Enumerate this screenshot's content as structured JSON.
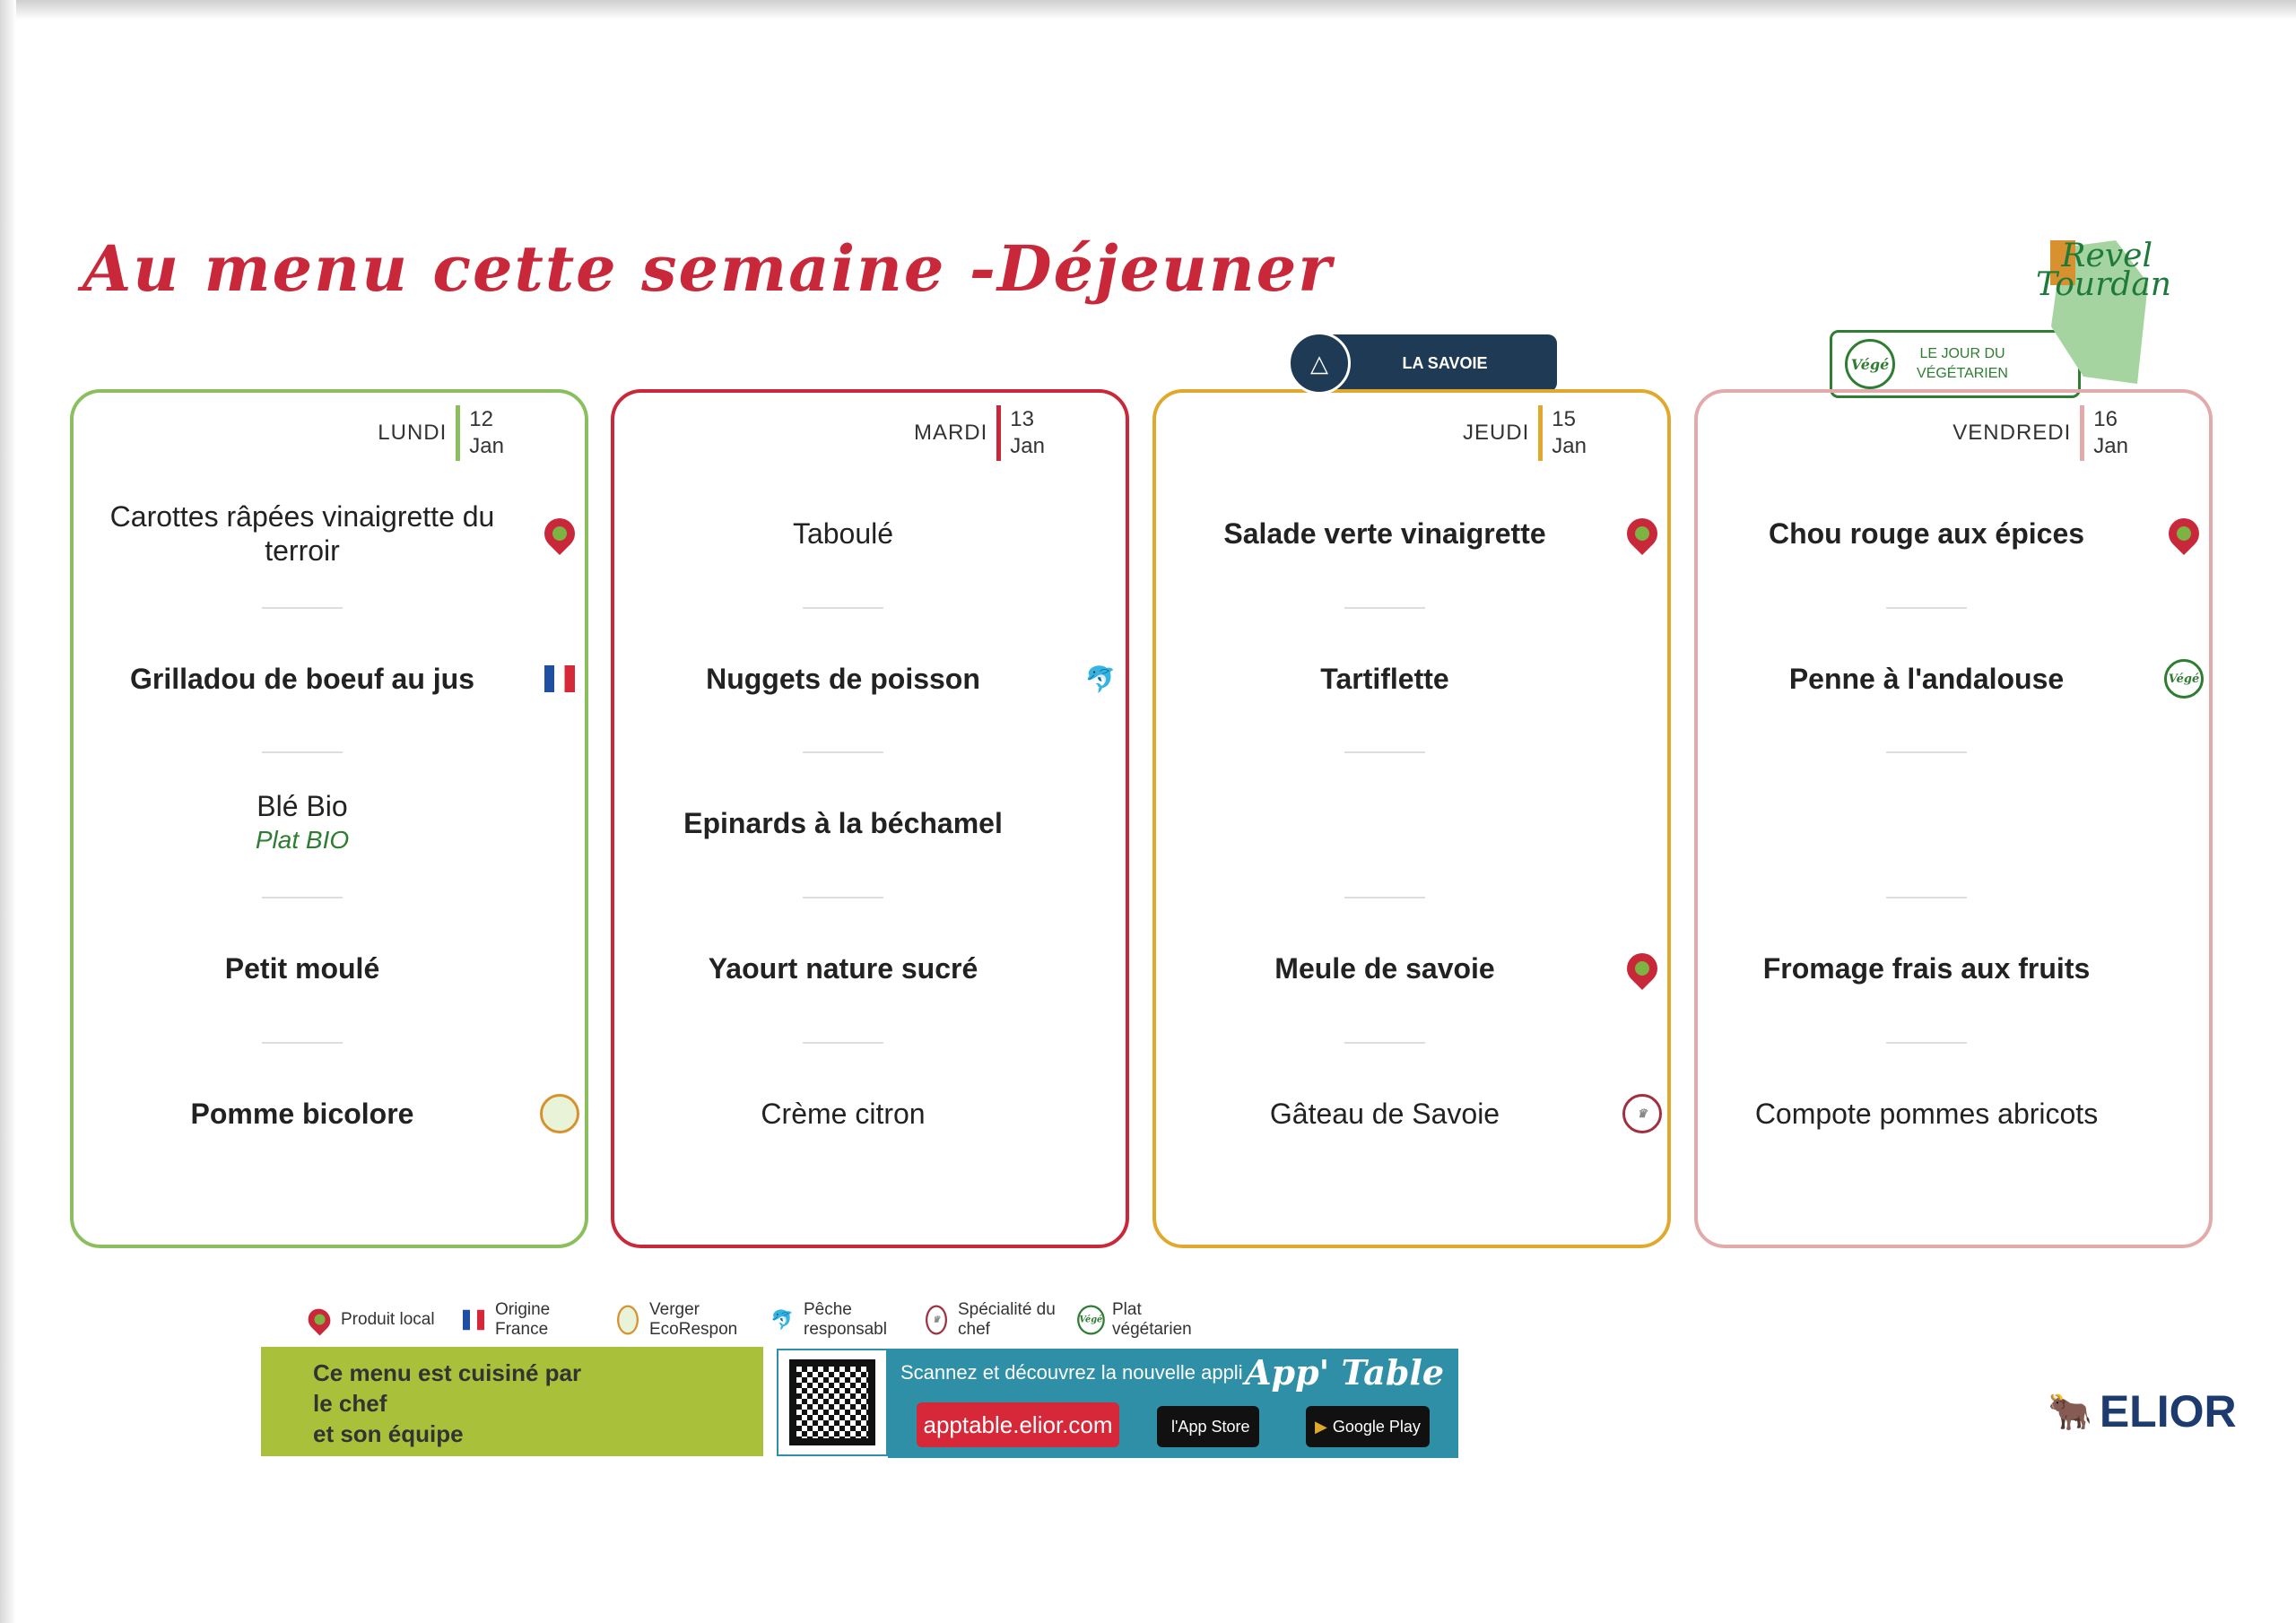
{
  "title": "Au menu cette semaine -Déjeuner",
  "badges": {
    "savoie": "LA SAVOIE",
    "vege_circle": "Végé",
    "vege_text": "LE JOUR DU VÉGÉTARIEN",
    "town_logo": "Revel Tourdan"
  },
  "days": [
    {
      "name": "LUNDI",
      "day": "12",
      "month": "Jan",
      "color": "#8bbf5e",
      "items": [
        {
          "text": "Carottes râpées vinaigrette du terroir",
          "icon": "local-pin-icon"
        },
        {
          "text": "Grilladou de boeuf au jus",
          "icon": "france-flag-icon"
        },
        {
          "text": "Blé Bio",
          "sub": "Plat BIO"
        },
        {
          "text": "Petit moulé"
        },
        {
          "text": "Pomme bicolore",
          "icon": "verger-icon"
        }
      ]
    },
    {
      "name": "MARDI",
      "day": "13",
      "month": "Jan",
      "color": "#c8283a",
      "items": [
        {
          "text": "Taboulé"
        },
        {
          "text": "Nuggets de poisson",
          "icon": "fish-icon"
        },
        {
          "text": "Epinards à la béchamel"
        },
        {
          "text": "Yaourt nature sucré"
        },
        {
          "text": "Crème citron"
        }
      ]
    },
    {
      "name": "JEUDI",
      "day": "15",
      "month": "Jan",
      "color": "#e0a92e",
      "items": [
        {
          "text": "Salade verte vinaigrette",
          "icon": "local-pin-icon"
        },
        {
          "text": "Tartiflette"
        },
        {
          "text": ""
        },
        {
          "text": "Meule de savoie",
          "icon": "local-pin-icon"
        },
        {
          "text": "Gâteau de Savoie",
          "icon": "chef-hat-icon"
        }
      ]
    },
    {
      "name": "VENDREDI",
      "day": "16",
      "month": "Jan",
      "color": "#e2aaaa",
      "items": [
        {
          "text": "Chou rouge aux épices",
          "icon": "local-pin-icon"
        },
        {
          "text": "Penne à l'andalouse",
          "icon": "vege-icon"
        },
        {
          "text": ""
        },
        {
          "text": "Fromage frais aux fruits"
        },
        {
          "text": "Compote pommes abricots"
        }
      ]
    }
  ],
  "legend": [
    {
      "label": "Produit local",
      "icon": "local-pin-icon"
    },
    {
      "label": "Origine France",
      "icon": "france-flag-icon"
    },
    {
      "label": "Verger EcoRespon",
      "icon": "verger-icon"
    },
    {
      "label": "Pêche responsabl",
      "icon": "fish-icon"
    },
    {
      "label": "Spécialité du chef",
      "icon": "chef-hat-icon"
    },
    {
      "label": "Plat végétarien",
      "icon": "vege-icon"
    }
  ],
  "footer": {
    "chef_text": [
      "Ce menu est cuisiné par",
      "le chef",
      "et son équipe"
    ],
    "scan_text": "Scannez et découvrez la nouvelle appli",
    "app_name": "App' Table",
    "url": "apptable.elior.com",
    "app_store": "l'App Store",
    "google_play": "Google Play",
    "brand": "ELIOR"
  }
}
